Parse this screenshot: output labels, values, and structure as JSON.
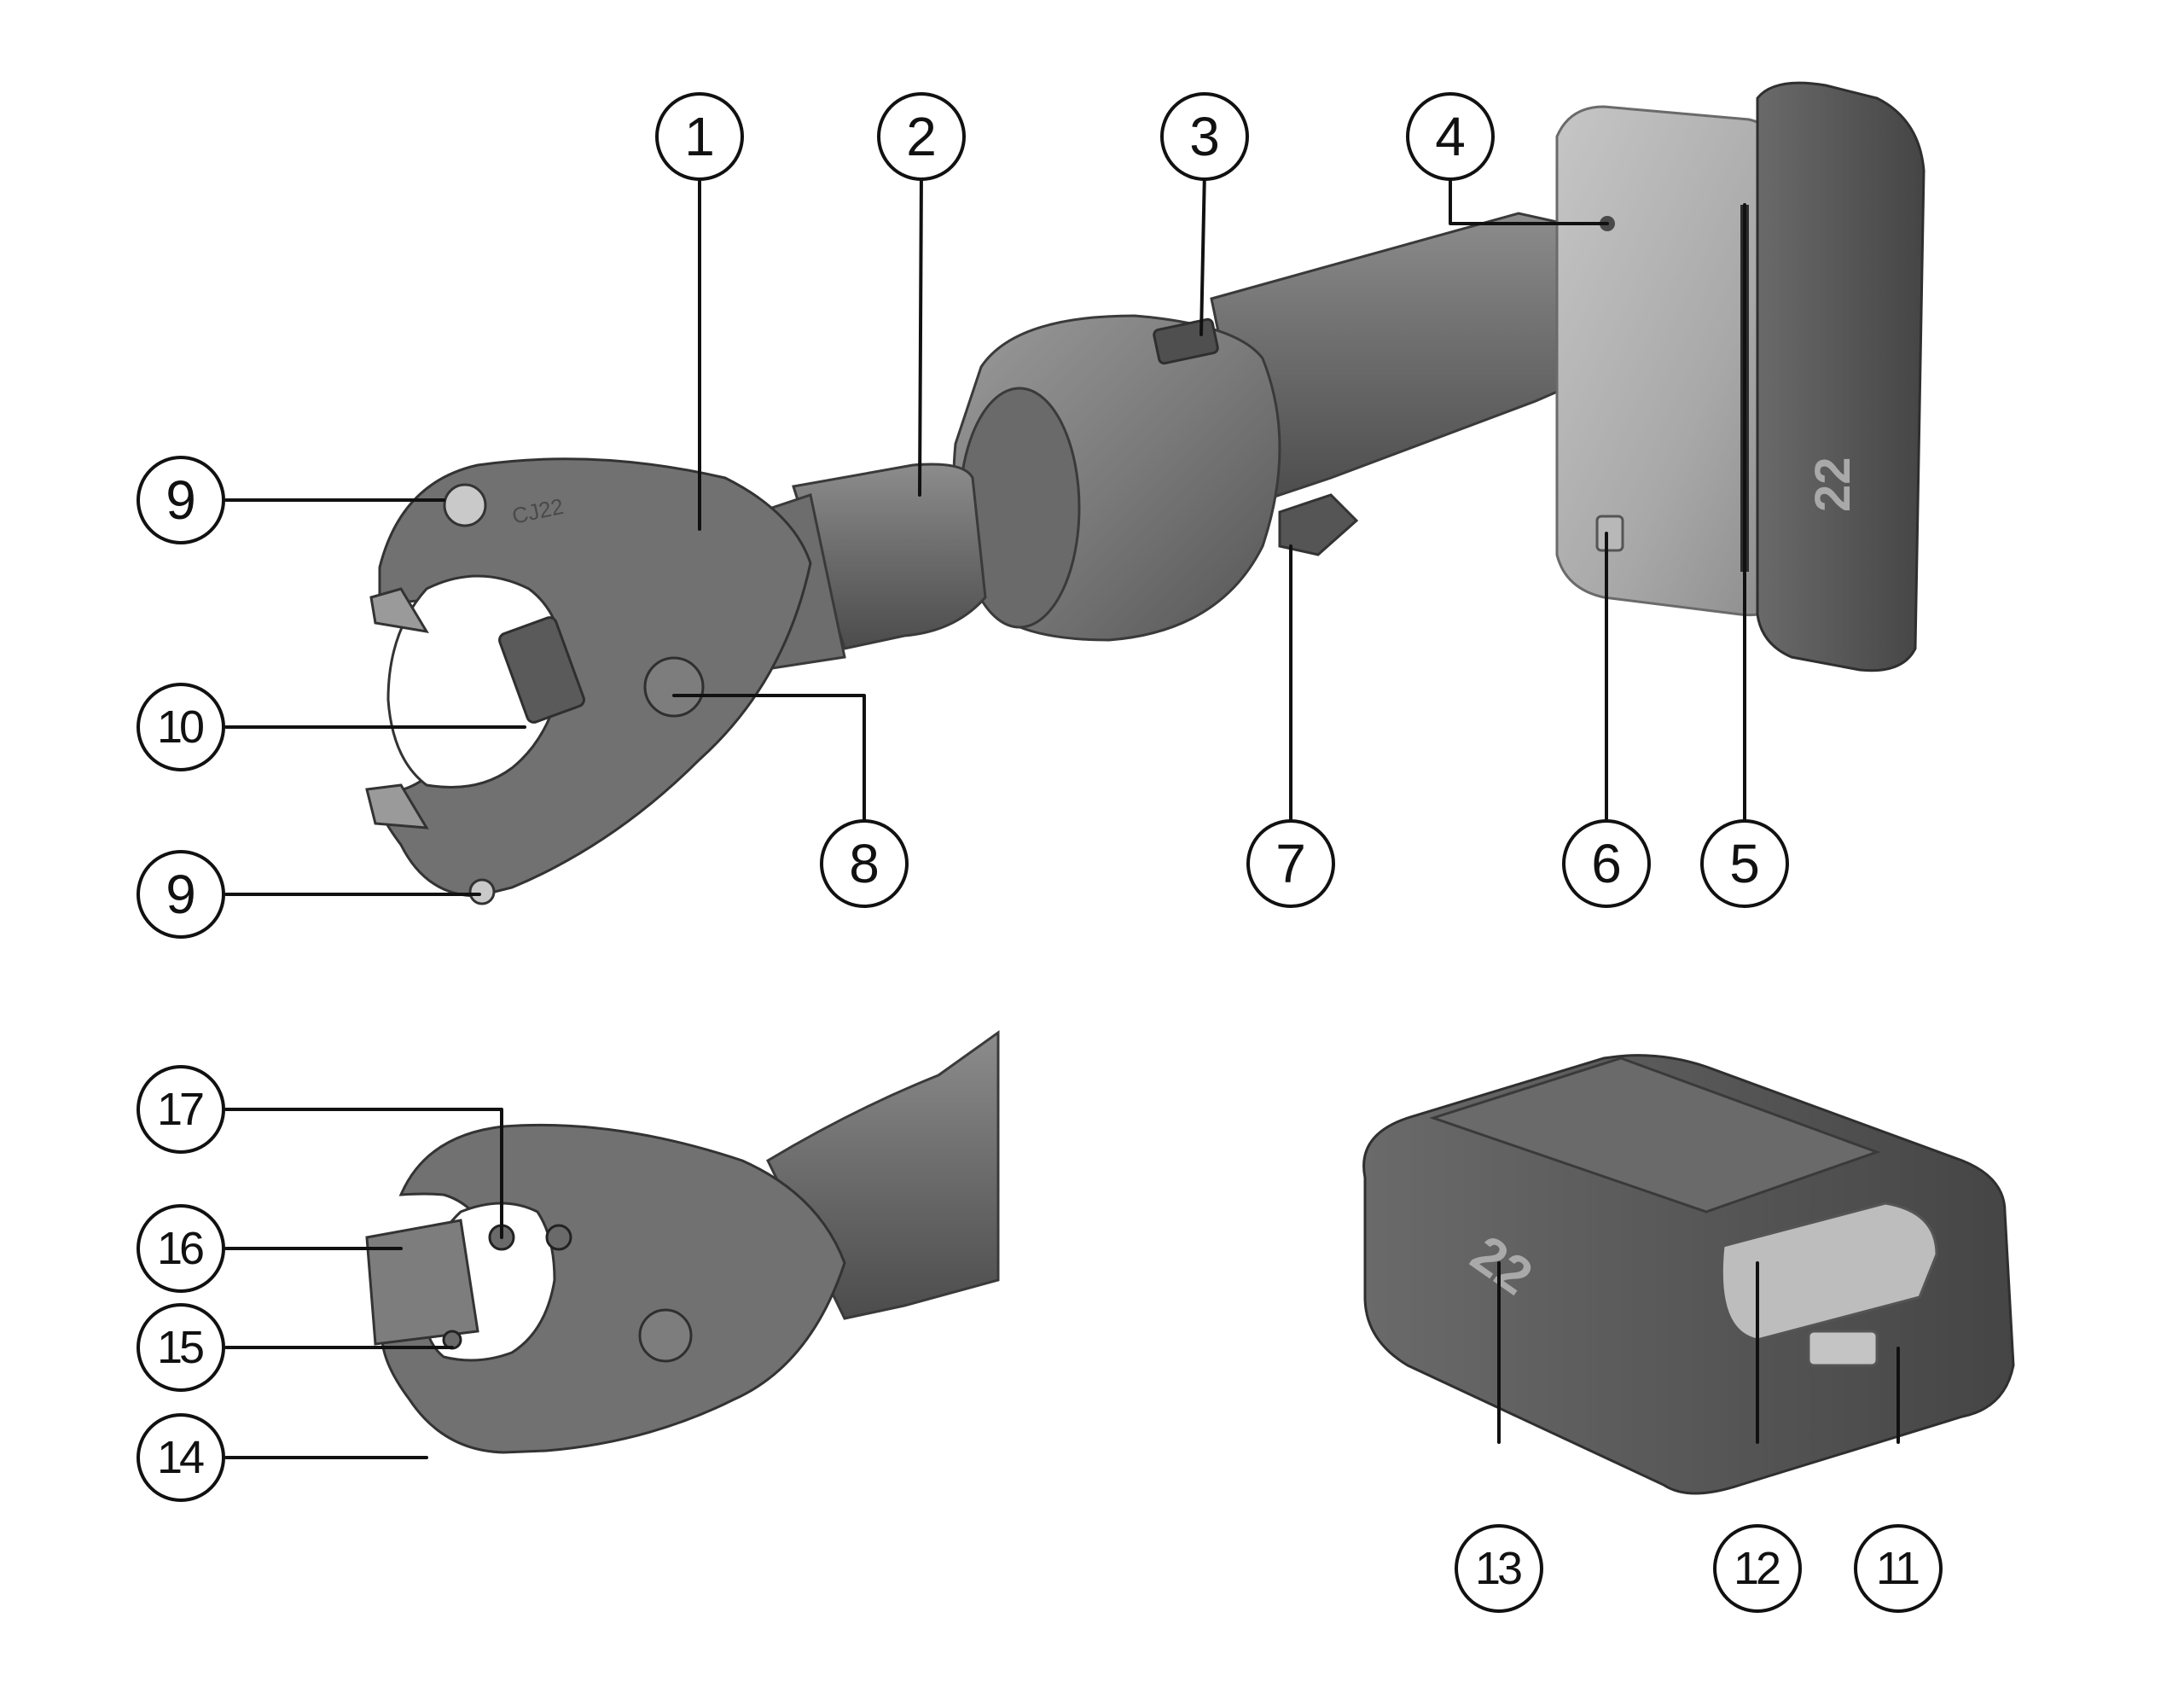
{
  "figure": {
    "tool_labels": {
      "jaw_marking": "CJ22",
      "battery_voltage_mark": "22"
    },
    "callouts": [
      {
        "id": "c1",
        "label": "1"
      },
      {
        "id": "c2",
        "label": "2"
      },
      {
        "id": "c3",
        "label": "3"
      },
      {
        "id": "c4",
        "label": "4"
      },
      {
        "id": "c5",
        "label": "5"
      },
      {
        "id": "c6",
        "label": "6"
      },
      {
        "id": "c7",
        "label": "7"
      },
      {
        "id": "c8",
        "label": "8"
      },
      {
        "id": "c9a",
        "label": "9"
      },
      {
        "id": "c9b",
        "label": "9"
      },
      {
        "id": "c10",
        "label": "10"
      },
      {
        "id": "c11",
        "label": "11"
      },
      {
        "id": "c12",
        "label": "12"
      },
      {
        "id": "c13",
        "label": "13"
      },
      {
        "id": "c14",
        "label": "14"
      },
      {
        "id": "c15",
        "label": "15"
      },
      {
        "id": "c16",
        "label": "16"
      },
      {
        "id": "c17",
        "label": "17"
      }
    ]
  },
  "colors": {
    "outline": "#111111",
    "tool_dark": "#5b5b5b",
    "tool_mid": "#777777",
    "tool_light": "#a3a3a3",
    "battery_dark": "#4e4e4e"
  }
}
